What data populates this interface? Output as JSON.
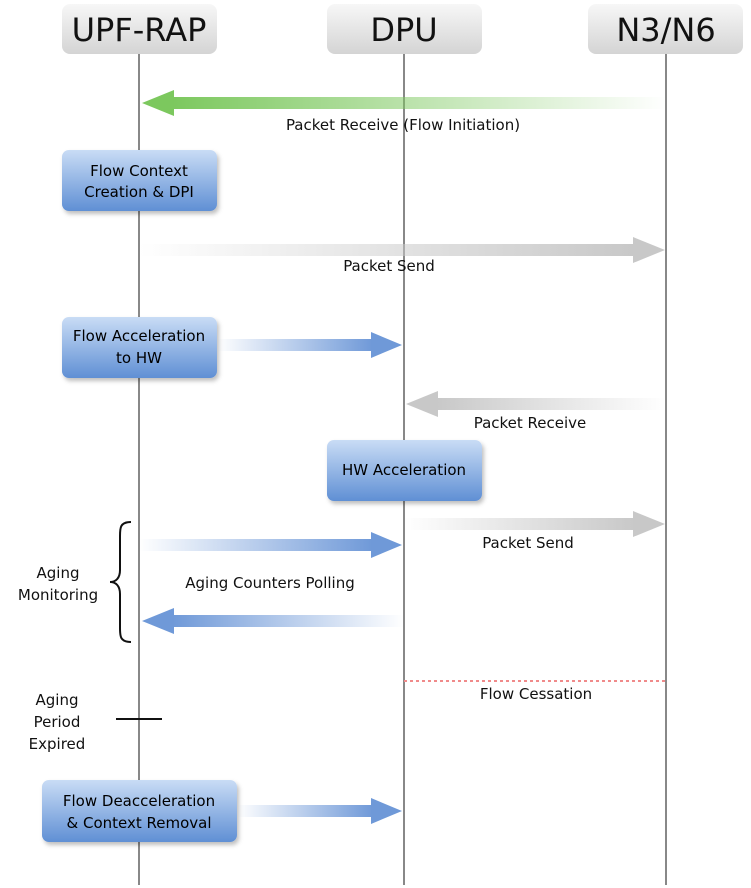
{
  "participants": [
    "UPF-RAP",
    "DPU",
    "N3/N6"
  ],
  "messages": {
    "packet_receive_flow_initiation": "Packet Receive (Flow Initiation)",
    "packet_send_1": "Packet Send",
    "packet_receive": "Packet Receive",
    "packet_send_2": "Packet Send",
    "aging_counters_polling": "Aging Counters Polling",
    "flow_cessation": "Flow Cessation"
  },
  "boxes": {
    "flow_context": [
      "Flow Context",
      "Creation & DPI"
    ],
    "flow_acceleration": [
      "Flow Acceleration",
      "to HW"
    ],
    "hw_acceleration": [
      "HW Acceleration"
    ],
    "flow_deacceleration": [
      "Flow Deacceleration",
      "& Context Removal"
    ]
  },
  "side_labels": {
    "aging_monitoring": [
      "Aging",
      "Monitoring"
    ],
    "aging_period_expired": [
      "Aging",
      "Period",
      "Expired"
    ]
  },
  "colors": {
    "green_arrow": "#7cc85e",
    "gray_arrow": "#c8c8c8",
    "blue_arrow": "#6f99d8",
    "box_top": "#bcd4f3",
    "box_bottom": "#5f8fd4",
    "header_top": "#f4f4f4",
    "header_bottom": "#d6d6d6",
    "cessation_line": "#f08a8a"
  }
}
